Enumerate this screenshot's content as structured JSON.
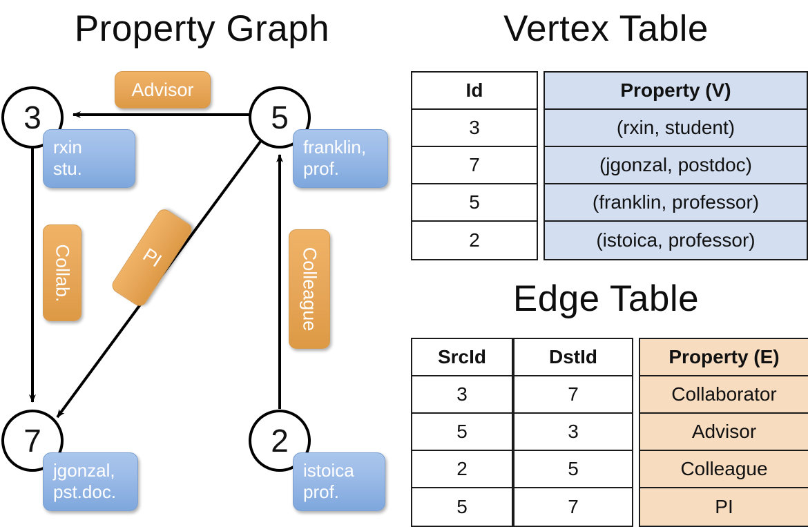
{
  "titles": {
    "graph": "Property Graph",
    "vertex": "Vertex Table",
    "edge": "Edge Table"
  },
  "graph": {
    "nodes": [
      {
        "id": "3",
        "name": "node-3",
        "property_line1": "rxin",
        "property_line2": "stu."
      },
      {
        "id": "5",
        "name": "node-5",
        "property_line1": "franklin,",
        "property_line2": "prof."
      },
      {
        "id": "7",
        "name": "node-7",
        "property_line1": "jgonzal,",
        "property_line2": "pst.doc."
      },
      {
        "id": "2",
        "name": "node-2",
        "property_line1": "istoica",
        "property_line2": "prof."
      }
    ],
    "edge_labels": {
      "advisor": "Advisor",
      "collab": "Collab.",
      "pi": "PI",
      "colleague": "Colleague"
    },
    "edges": [
      {
        "from": "5",
        "to": "3",
        "label": "Advisor"
      },
      {
        "from": "3",
        "to": "7",
        "label": "Collab."
      },
      {
        "from": "5",
        "to": "7",
        "label": "PI"
      },
      {
        "from": "2",
        "to": "5",
        "label": "Colleague"
      }
    ]
  },
  "vertex_table": {
    "headers": [
      "Id",
      "Property (V)"
    ],
    "rows": [
      {
        "id": "3",
        "property": "(rxin, student)"
      },
      {
        "id": "7",
        "property": "(jgonzal, postdoc)"
      },
      {
        "id": "5",
        "property": "(franklin, professor)"
      },
      {
        "id": "2",
        "property": "(istoica, professor)"
      }
    ]
  },
  "edge_table": {
    "headers": [
      "SrcId",
      "DstId",
      "Property (E)"
    ],
    "rows": [
      {
        "src": "3",
        "dst": "7",
        "property": "Collaborator"
      },
      {
        "src": "5",
        "dst": "3",
        "property": "Advisor"
      },
      {
        "src": "2",
        "dst": "5",
        "property": "Colleague"
      },
      {
        "src": "5",
        "dst": "7",
        "property": "PI"
      }
    ]
  },
  "colors": {
    "vertex_property_fill": "#d3dff1",
    "edge_property_fill": "#f7dcc0",
    "node_box_blue": "#9dbce8",
    "edge_label_orange": "#e8a85c",
    "stroke": "#000000"
  }
}
